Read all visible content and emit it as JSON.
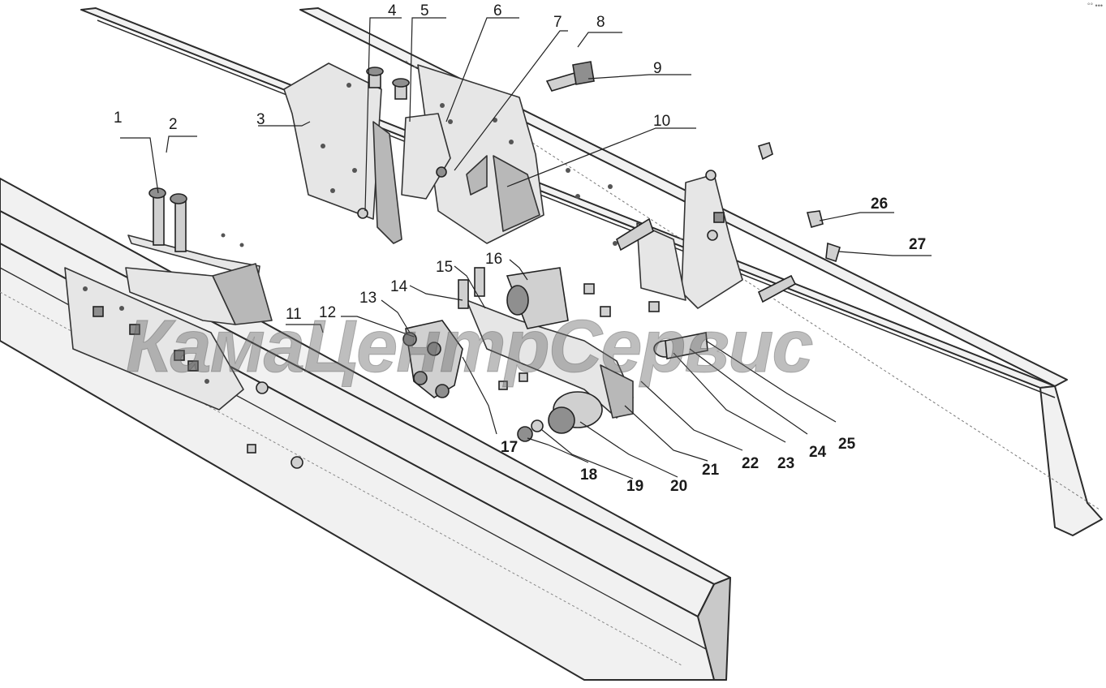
{
  "diagram": {
    "watermark": "КамаЦентрСервис",
    "corner_mark": "°° •••",
    "callouts": [
      {
        "id": "c1",
        "label": "1",
        "bold": false
      },
      {
        "id": "c2",
        "label": "2",
        "bold": false
      },
      {
        "id": "c3",
        "label": "3",
        "bold": false
      },
      {
        "id": "c4",
        "label": "4",
        "bold": false
      },
      {
        "id": "c5",
        "label": "5",
        "bold": false
      },
      {
        "id": "c6",
        "label": "6",
        "bold": false
      },
      {
        "id": "c7",
        "label": "7",
        "bold": false
      },
      {
        "id": "c8",
        "label": "8",
        "bold": false
      },
      {
        "id": "c9",
        "label": "9",
        "bold": false
      },
      {
        "id": "c10",
        "label": "10",
        "bold": false
      },
      {
        "id": "c11",
        "label": "11",
        "bold": false
      },
      {
        "id": "c12",
        "label": "12",
        "bold": false
      },
      {
        "id": "c13",
        "label": "13",
        "bold": false
      },
      {
        "id": "c14",
        "label": "14",
        "bold": false
      },
      {
        "id": "c15",
        "label": "15",
        "bold": false
      },
      {
        "id": "c16",
        "label": "16",
        "bold": false
      },
      {
        "id": "c17",
        "label": "17",
        "bold": true
      },
      {
        "id": "c18",
        "label": "18",
        "bold": true
      },
      {
        "id": "c19",
        "label": "19",
        "bold": true
      },
      {
        "id": "c20",
        "label": "20",
        "bold": true
      },
      {
        "id": "c21",
        "label": "21",
        "bold": true
      },
      {
        "id": "c22",
        "label": "22",
        "bold": true
      },
      {
        "id": "c23",
        "label": "23",
        "bold": true
      },
      {
        "id": "c24",
        "label": "24",
        "bold": true
      },
      {
        "id": "c25",
        "label": "25",
        "bold": true
      },
      {
        "id": "c26",
        "label": "26",
        "bold": true
      },
      {
        "id": "c27",
        "label": "27",
        "bold": true
      }
    ]
  }
}
